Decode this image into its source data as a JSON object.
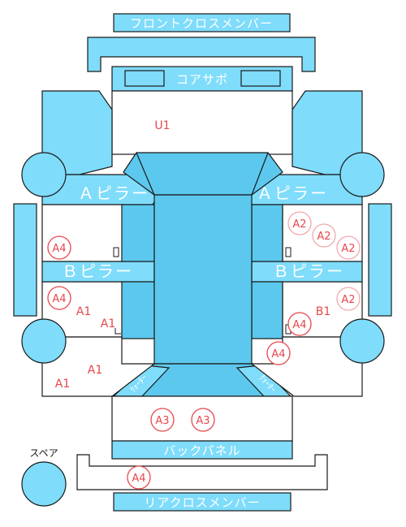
{
  "labels": {
    "front_cross_member": "フロントクロスメンバー",
    "core_support": "コアサポ",
    "a_pillar_left": "Ａピラー",
    "a_pillar_right": "Ａピラー",
    "b_pillar_left": "Ｂピラー",
    "b_pillar_right": "Ｂピラー",
    "back_panel": "バックパネル",
    "rear_cross_member": "リアクロスメンバー",
    "spare": "スペア",
    "quarter_left": "ｸｫｰﾀｰ",
    "quarter_right": "ｸｫｰﾀｰ"
  },
  "marks": {
    "u1": "U1",
    "a1_left_1": "A1",
    "a1_left_2": "A1",
    "a1_left_3": "A1",
    "a1_left_4": "A1",
    "b1_right": "B1",
    "a2_1": "A2",
    "a2_2": "A2",
    "a2_3": "A2",
    "a2_4": "A2",
    "a4_left_1": "A4",
    "a4_left_2": "A4",
    "a4_right_1": "A4",
    "a4_right_2": "A4",
    "a3_1": "A3",
    "a3_2": "A3",
    "a4_rear": "A4"
  },
  "colors": {
    "panel": "#7fdcfb",
    "panel_dark": "#5cc8ee",
    "damage_red": "#e8474d",
    "damage_pink": "#f3a7ab"
  }
}
